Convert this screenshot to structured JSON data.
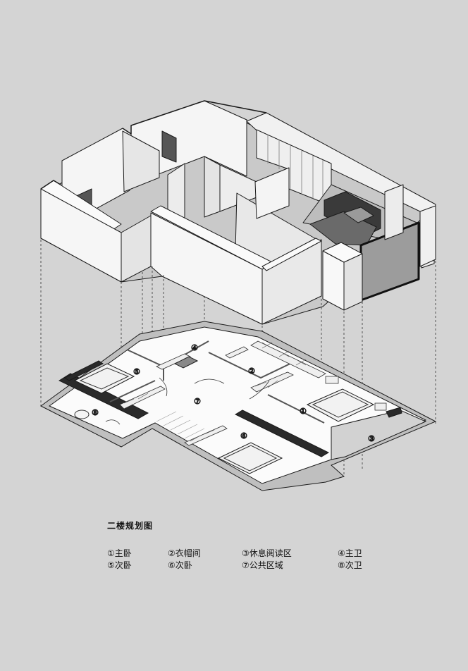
{
  "legend": {
    "title": "二楼规划图",
    "items": [
      {
        "num": "①",
        "name": "主卧"
      },
      {
        "num": "②",
        "name": "衣帽间"
      },
      {
        "num": "③",
        "name": "休息阅读区"
      },
      {
        "num": "④",
        "name": "主卫"
      },
      {
        "num": "⑤",
        "name": "次卧"
      },
      {
        "num": "⑥",
        "name": "次卧"
      },
      {
        "num": "⑦",
        "name": "公共区域"
      },
      {
        "num": "⑧",
        "name": "次卫"
      }
    ]
  },
  "plan_labels": [
    "①",
    "②",
    "③",
    "④",
    "⑤",
    "⑥",
    "⑦",
    "⑧"
  ],
  "colors": {
    "background": "#d4d4d4",
    "wall_light": "#f7f7f7",
    "wall_side": "#e9e9e9",
    "wall_shade": "#cfcfcf",
    "floor": "#c9c9c9",
    "dark": "#2a2a2a",
    "line": "#1a1a1a"
  }
}
